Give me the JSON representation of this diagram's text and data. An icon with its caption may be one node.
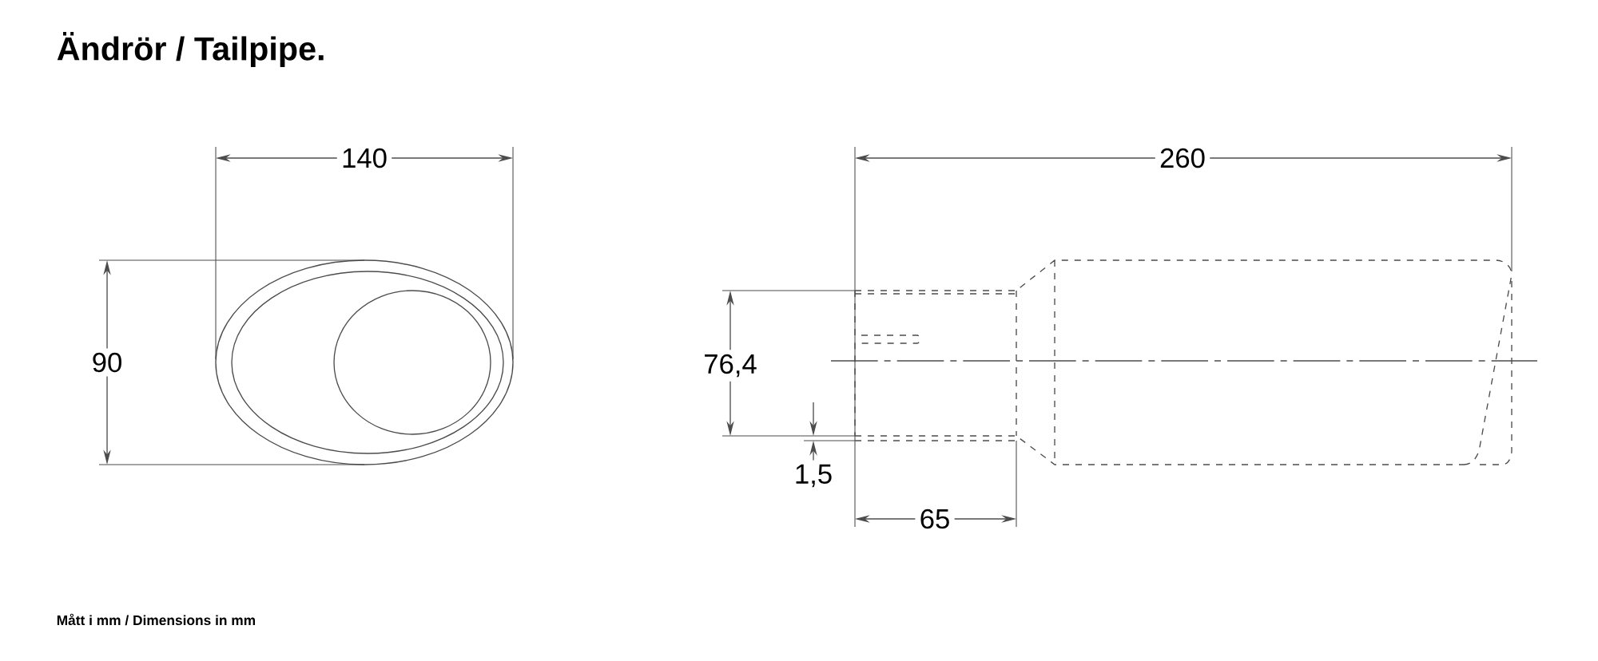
{
  "diagram": {
    "title": "Ändrör / Tailpipe.",
    "labels": [
      "140",
      "90",
      "260",
      "76,4",
      "1,5",
      "65",
      "Mått i mm / Dimensions in mm"
    ]
  }
}
